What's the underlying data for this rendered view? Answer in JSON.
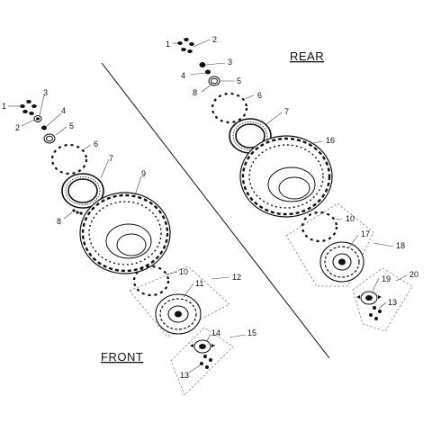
{
  "sections": {
    "rear": "REAR",
    "front": "FRONT"
  },
  "callouts": {
    "front_1": "1",
    "front_2": "2",
    "front_3": "3",
    "front_4": "4",
    "front_5": "5",
    "front_6": "6",
    "front_7": "7",
    "front_8": "8",
    "front_9": "9",
    "front_10": "10",
    "front_11": "11",
    "front_12": "12",
    "front_13": "13",
    "front_14": "14",
    "front_15": "15",
    "rear_1": "1",
    "rear_2": "2",
    "rear_3": "3",
    "rear_4": "4",
    "rear_5": "5",
    "rear_6": "6",
    "rear_7": "7",
    "rear_8": "8",
    "rear_10": "10",
    "rear_13": "13",
    "rear_16": "16",
    "rear_17": "17",
    "rear_18": "18",
    "rear_19": "19",
    "rear_20": "20"
  }
}
